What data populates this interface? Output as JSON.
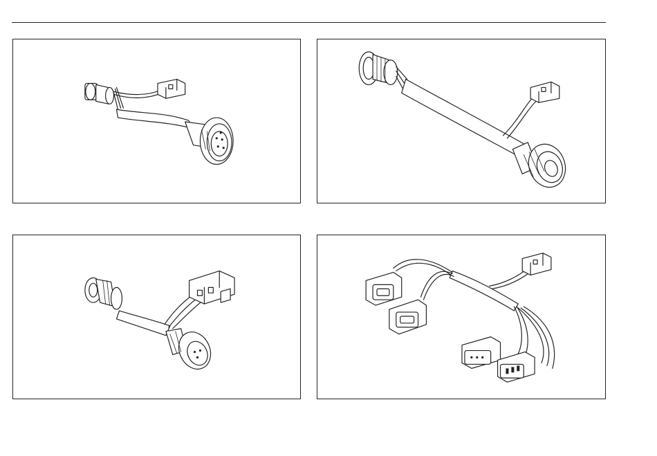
{
  "page": {
    "background": "#ffffff",
    "line_color": "#222222"
  },
  "figures": [
    {
      "name": "adapter-harness-1",
      "icon": "cable-harness-icon"
    },
    {
      "name": "adapter-harness-2",
      "icon": "cable-harness-icon"
    },
    {
      "name": "adapter-harness-3",
      "icon": "cable-harness-icon"
    },
    {
      "name": "adapter-harness-4",
      "icon": "cable-harness-icon"
    }
  ]
}
